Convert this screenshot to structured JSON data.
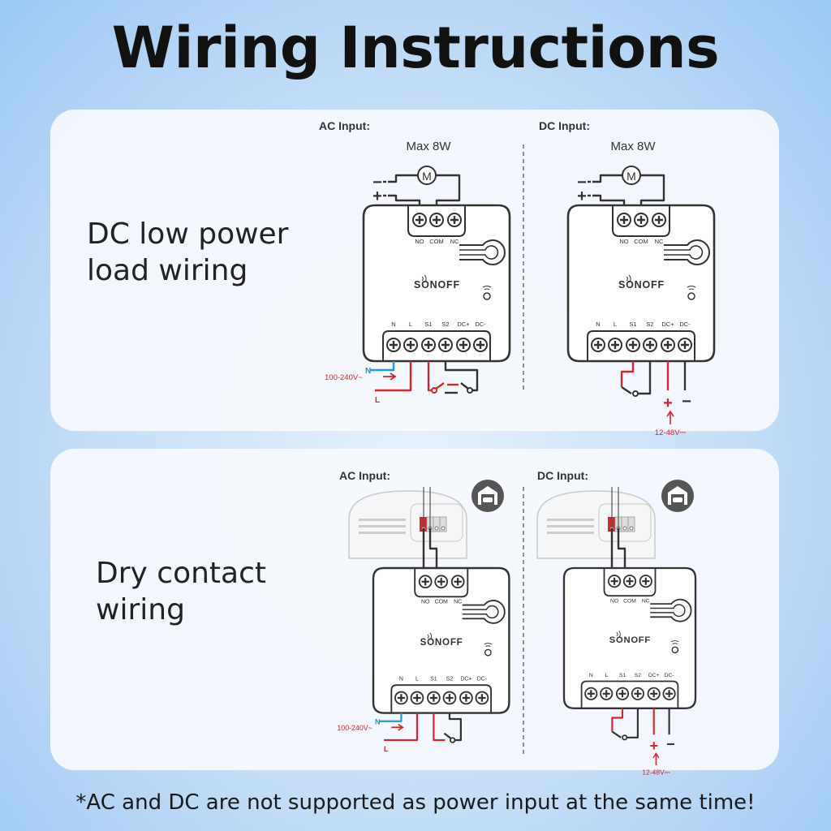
{
  "title": "Wiring Instructions",
  "sections": [
    {
      "heading_line1": "DC low power",
      "heading_line2": "load wiring",
      "ac_label": "AC Input:",
      "dc_label": "DC Input:",
      "ac_load": "Max 8W",
      "dc_load": "Max 8W"
    },
    {
      "heading_line1": "Dry contact",
      "heading_line2": "wiring",
      "ac_label": "AC Input:",
      "dc_label": "DC Input:",
      "icon": "garage-icon"
    }
  ],
  "device": {
    "brand": "SONOFF",
    "top_terminals": [
      "NO",
      "COM",
      "NC"
    ],
    "bottom_terminals": [
      "N",
      "L",
      "S1",
      "S2",
      "DC+",
      "DC-"
    ],
    "motor_label": "M"
  },
  "wiring": {
    "ac_neutral": "N",
    "ac_live": "L",
    "ac_voltage": "100-240V~",
    "dc_voltage": "12-48V⎓",
    "plus": "+",
    "minus": "−"
  },
  "colors": {
    "live": "#d9232e",
    "neutral": "#1e9ad6",
    "wire": "#333333",
    "icon_bg": "#555555"
  },
  "footer": "*AC and DC are not supported as power input at the same time!"
}
